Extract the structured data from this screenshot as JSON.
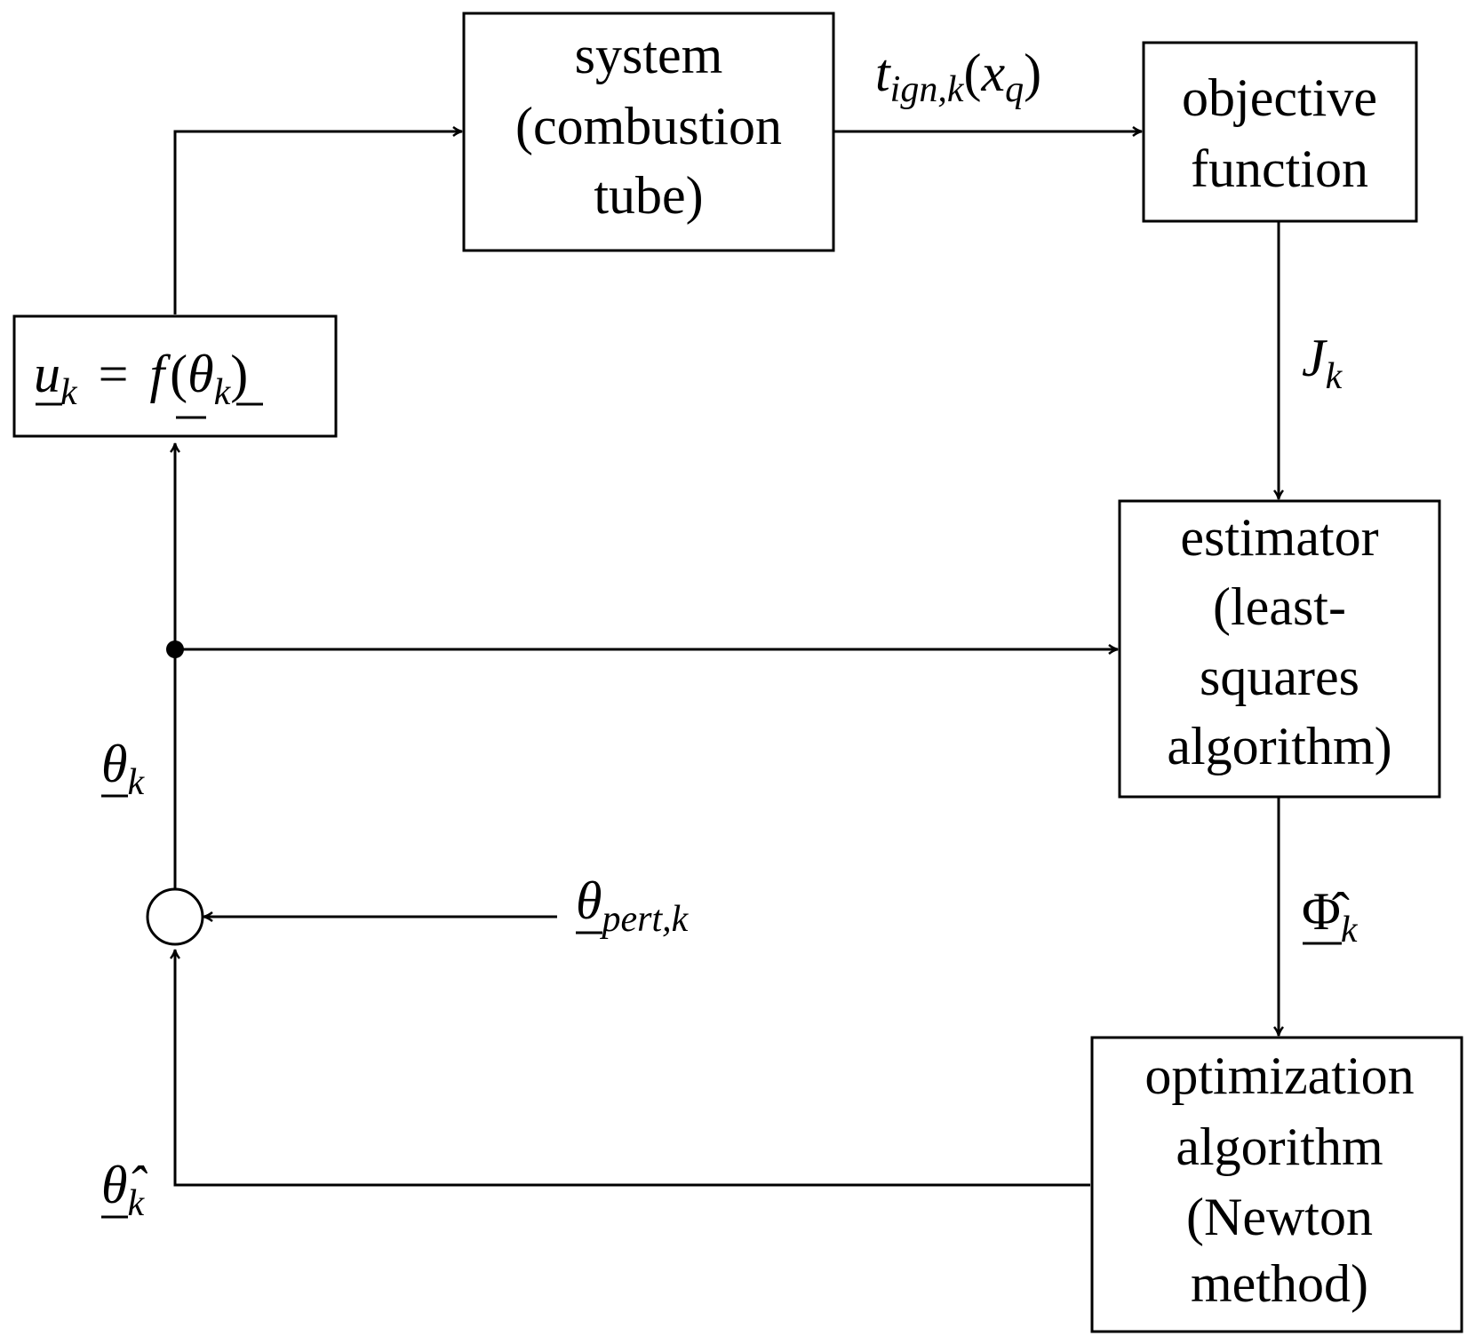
{
  "boxes": {
    "system": {
      "lines": [
        "system",
        "(combustion",
        "tube)"
      ]
    },
    "objective": {
      "lines": [
        "objective",
        "function"
      ]
    },
    "mapping": {
      "lhs": "u",
      "lhs_sub": "k",
      "eq": "=",
      "fn": "f",
      "arg": "θ",
      "arg_sub": "k"
    },
    "estimator": {
      "lines": [
        "estimator",
        "(least-",
        "squares",
        "algorithm)"
      ]
    },
    "optimizer": {
      "lines": [
        "optimization",
        "algorithm",
        "(Newton",
        "method)"
      ]
    }
  },
  "signals": {
    "ignition_time": {
      "t": "t",
      "t_sub": "ign,k",
      "x": "x",
      "x_sub": "q"
    },
    "cost": {
      "sym": "J",
      "sub": "k"
    },
    "gradient": {
      "sym": "Φ̂",
      "sub": "k"
    },
    "theta": {
      "sym": "θ",
      "sub": "k"
    },
    "perturbation": {
      "sym": "θ",
      "sub": "pert,k"
    },
    "theta_hat": {
      "sym": "θ̂",
      "sub": "k"
    }
  }
}
